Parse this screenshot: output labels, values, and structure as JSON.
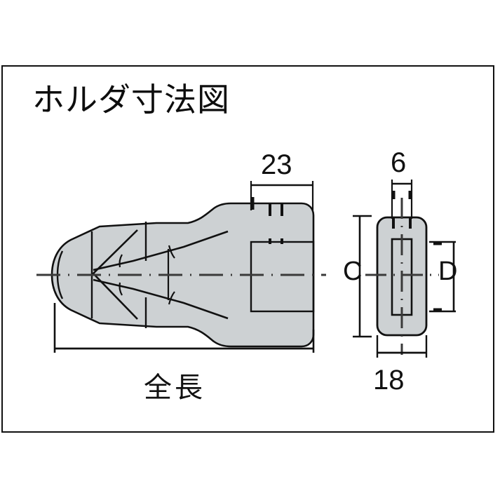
{
  "page": {
    "background_color": "#ffffff",
    "frame_border_color": "#111111"
  },
  "title": "ホルダ寸法図",
  "drawing": {
    "part_fill_color": "#cdd1d3",
    "outline_color": "#111111",
    "views": {
      "side_view": {
        "name": "side-view",
        "description": "tapered holder profile with rounded tip and rectangular body"
      },
      "end_view": {
        "name": "end-view",
        "description": "rounded rectangle end face with central slot"
      }
    }
  },
  "dimensions": {
    "body_length": "23",
    "slot_width": "6",
    "end_width": "18",
    "end_height_label": "C",
    "slot_height_label": "D",
    "overall_length_label": "全長"
  }
}
